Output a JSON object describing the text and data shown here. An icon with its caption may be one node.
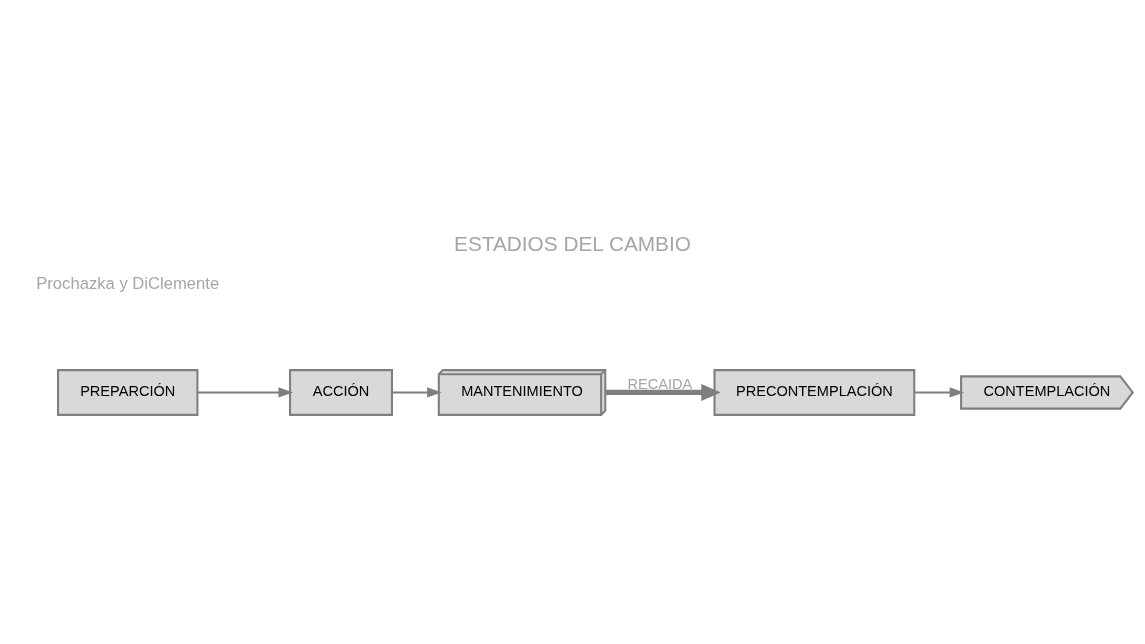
{
  "diagram": {
    "title": "ESTADIOS DEL CAMBIO",
    "nodes": [
      {
        "text": [
          "PRECONTEMPLACIÓN"
        ]
      },
      {
        "text": [
          "CONTEMPLACIÓN"
        ]
      },
      {
        "text": [
          "PREPARCIÓN"
        ]
      },
      {
        "text": [
          "ACCIÓN"
        ]
      },
      {
        "text": [
          "MANTENIMIENTO"
        ]
      }
    ],
    "edges": [
      {
        "from": 0,
        "to": 1,
        "arrow": "to"
      },
      {
        "from": 2,
        "to": 3,
        "arrow": "to"
      },
      {
        "from": 3,
        "to": 4,
        "arrow": "to"
      },
      {
        "from": 4,
        "to": 0,
        "arrow": "to",
        "label": "RECAIDA",
        "style": "thick",
        "color": "#7f7f7f"
      }
    ],
    "labels": [
      "Prochazka y DiClemente"
    ]
  }
}
